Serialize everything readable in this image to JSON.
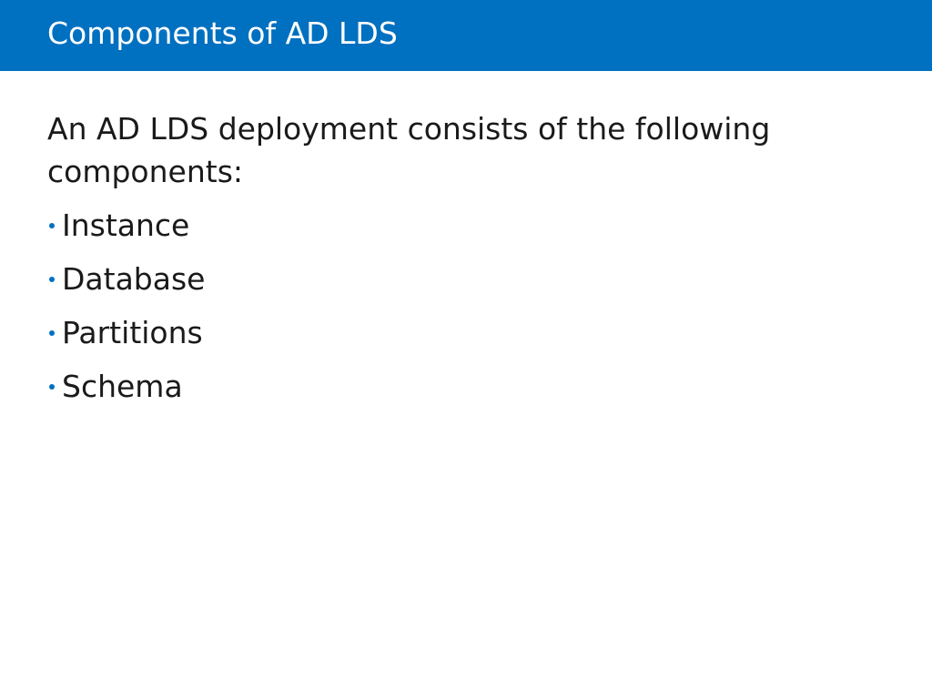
{
  "slide": {
    "title": "Components of AD LDS",
    "intro": "An AD LDS deployment consists of the following components:",
    "bullets": [
      "Instance",
      "Database",
      "Partitions",
      "Schema"
    ]
  },
  "colors": {
    "title_bar": "#0070c0",
    "bullet": "#0070c0",
    "text": "#1a1a1a"
  }
}
